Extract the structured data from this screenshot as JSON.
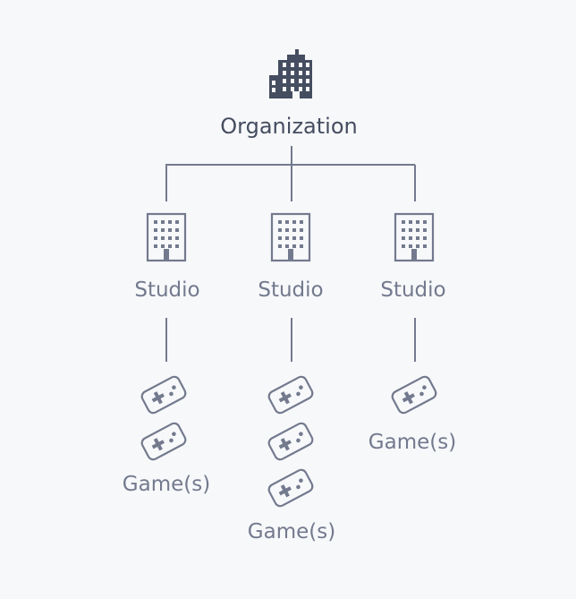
{
  "diagram": {
    "root": {
      "label": "Organization",
      "icon": "office-building-icon"
    },
    "studios": [
      {
        "label": "Studio",
        "icon": "studio-building-icon",
        "games": {
          "count": 2,
          "label": "Game(s)",
          "icon": "gamepad-icon"
        }
      },
      {
        "label": "Studio",
        "icon": "studio-building-icon",
        "games": {
          "count": 3,
          "label": "Game(s)",
          "icon": "gamepad-icon"
        }
      },
      {
        "label": "Studio",
        "icon": "studio-building-icon",
        "games": {
          "count": 1,
          "label": "Game(s)",
          "icon": "gamepad-icon"
        }
      }
    ],
    "colors": {
      "root": "#454d60",
      "node": "#737a8e",
      "connector": "#737a8e",
      "background": "#f7f8fa"
    }
  }
}
